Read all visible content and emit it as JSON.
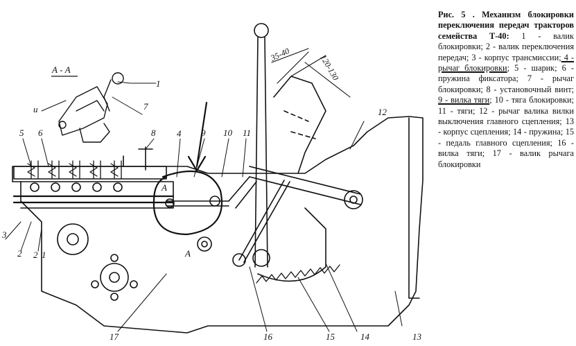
{
  "caption": {
    "title": "Рис. 5 . Механизм блокировки переключения передач тракторов семейства Т-40:",
    "items": [
      {
        "text": " 1 - валик блокировки;"
      },
      {
        "text": " 2 - валик переключения передач;"
      },
      {
        "text": " 3 - корпус трансмиссии;"
      },
      {
        "text": " 4 - рычаг блокировки",
        "underline": true
      },
      {
        "text": "; 5 - шарик;"
      },
      {
        "text": " 6 - пружина фиксатора;"
      },
      {
        "text": " 7 - рычаг блокировки;"
      },
      {
        "text": " 8 - установочный винт;"
      },
      {
        "text": " 9 - вилка тяги",
        "underline": true
      },
      {
        "text": ";"
      },
      {
        "text": " 10 - тяга блокировки;"
      },
      {
        "text": " 11 - тяги;"
      },
      {
        "text": " 12 - рычаг валика вилки выключения главного сцепления;"
      },
      {
        "text": " 13 - корпус сцепления;"
      },
      {
        "text": " 14 - пружина;"
      },
      {
        "text": " 15 - педаль главного сцепления;"
      },
      {
        "text": " 16 - вилка тяги;"
      },
      {
        "text": " 17 - валик рычага блокировки"
      }
    ]
  },
  "section_label": "А - А",
  "section_marks": [
    "А",
    "А"
  ],
  "dimensions": [
    "35-40",
    "120-130"
  ],
  "callouts": [
    "1",
    "2",
    "3",
    "4",
    "5",
    "6",
    "7",
    "8",
    "9",
    "10",
    "11",
    "12",
    "13",
    "14",
    "15",
    "16",
    "17",
    "1",
    "2",
    "и"
  ]
}
